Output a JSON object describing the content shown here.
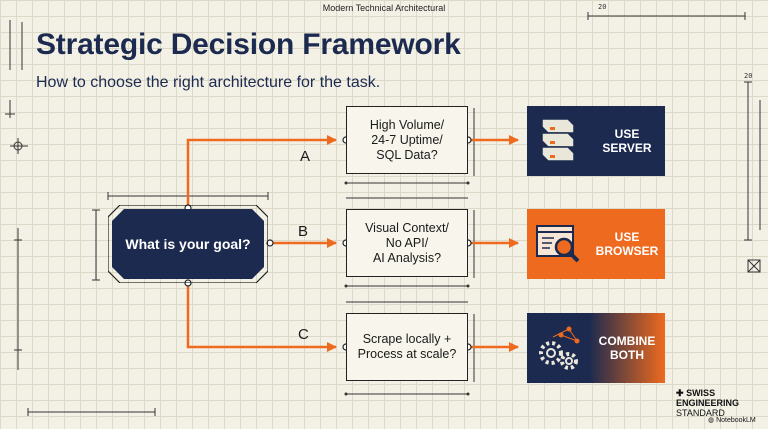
{
  "top_caption": "Modern Technical Architectural",
  "title": "Strategic Decision Framework",
  "subtitle": "How to choose the right architecture for the task.",
  "dimension_numbers": [
    "20",
    "20"
  ],
  "goal": "What is your goal?",
  "branches": [
    {
      "letter": "A",
      "question": "High Volume/\n24-7 Uptime/\nSQL Data?",
      "action": "USE\nSERVER",
      "icon": "server-stack-icon",
      "color": "#1c2a4f"
    },
    {
      "letter": "B",
      "question": "Visual Context/\nNo API/\nAI Analysis?",
      "action": "USE\nBROWSER",
      "icon": "browser-magnifier-icon",
      "color": "#ee6a1e"
    },
    {
      "letter": "C",
      "question": "Scrape locally +\nProcess at scale?",
      "action": "COMBINE\nBOTH",
      "icon": "gears-network-icon",
      "color": "#1c2a4f"
    }
  ],
  "brand": {
    "line1": "SWISS",
    "line2": "ENGINEERING",
    "line3": "STANDARD",
    "notebook": "NotebookLM"
  },
  "colors": {
    "navy": "#1c2a4f",
    "orange": "#ee6a1e",
    "paper": "#f3f1e6"
  }
}
